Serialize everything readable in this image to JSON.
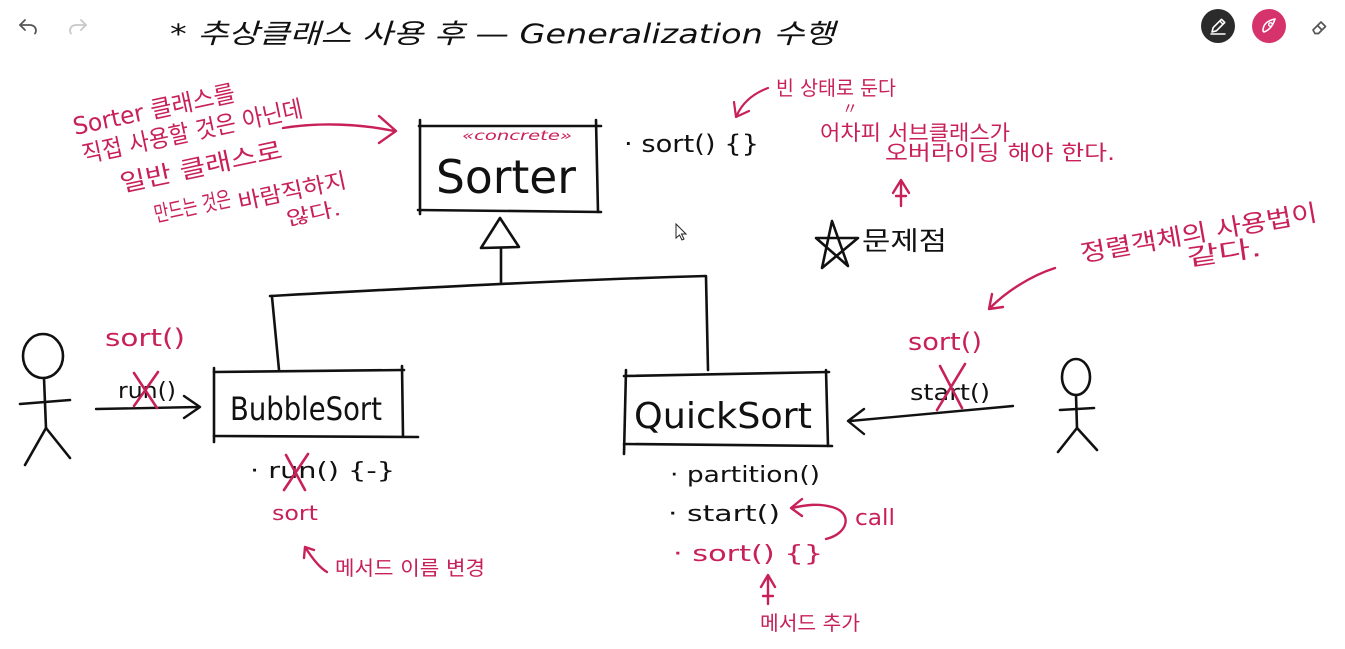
{
  "toolbar": {
    "undo_icon": "undo-icon",
    "redo_icon": "redo-icon",
    "pen_icon": "pen-icon",
    "highlighter_icon": "highlighter-icon",
    "eraser_icon": "eraser-icon",
    "colors": {
      "pen_active": "#2b2b2b",
      "highlighter_active": "#d6336c",
      "icon_gray": "#555555"
    }
  },
  "canvas": {
    "title": "*  추상클래스 사용 후 — Generalization 수행",
    "sorter_label": "Sorter",
    "sorter_stereotype": "«concrete»",
    "sorter_method": "· sort() {}",
    "note_sorter": [
      "Sorter 클래스를",
      "직접 사용할 것은 아닌데",
      "일반 클래스로",
      "만드는 것은",
      "바람직하지",
      "않다."
    ],
    "note_top_right_1": "빈 상태로 둔다",
    "note_top_right_2": "어차피 서브클래스가",
    "note_top_right_3": "오버라이딩 해야 한다.",
    "problem_label": "문제점",
    "note_consistency_1": "정렬객체의 사용법이",
    "note_consistency_2": "같다.",
    "bubble_label": "BubbleSort",
    "bubble_call_new": "sort()",
    "bubble_call_old": "run()",
    "bubble_method_old": "· run() {-}",
    "bubble_method_new": "sort",
    "bubble_rename_note": "메서드 이름 변경",
    "quick_label": "QuickSort",
    "quick_call_new": "sort()",
    "quick_call_old": "start()",
    "quick_methods": [
      "· partition()",
      "· start()",
      "· sort() {}"
    ],
    "call_label": "call",
    "quick_add_note": "메서드 추가"
  }
}
